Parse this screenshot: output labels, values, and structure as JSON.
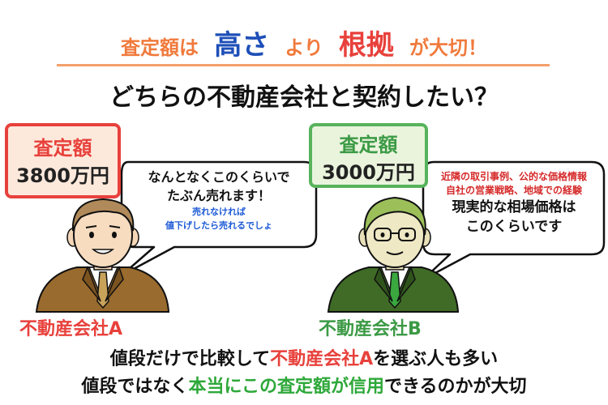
{
  "headline": {
    "part1": "査定額は",
    "big1": "高さ",
    "part2": "より",
    "big2": "根拠",
    "part3": "が大切！",
    "big1_color": "#1e4fb8",
    "big2_color": "#e8413c"
  },
  "question": "どちらの不動産会社と契約したい？",
  "company_a": {
    "price_label": "査定額",
    "price_value": "3800万円",
    "bubble_main": [
      "なんとなくこのくらいで",
      "たぶん売れます！"
    ],
    "bubble_sub": [
      "売れなければ",
      "値下げしたら売れるでしょ"
    ],
    "name": "不動産会社A",
    "color": "#e8413c",
    "suit_color": "#9a6b2e"
  },
  "company_b": {
    "price_label": "査定額",
    "price_value": "3000万円",
    "bubble_reasons": [
      "近隣の取引事例、公的な価格情報",
      "自社の営業戦略、地域での経験"
    ],
    "bubble_main": [
      "現実的な相場価格は",
      "このくらいです"
    ],
    "name": "不動産会社B",
    "color": "#3c9a45",
    "suit_color": "#3f6b26"
  },
  "bottom_line1": {
    "pre": "値段だけで比較して",
    "highlight": "不動産会社A",
    "post": "を選ぶ人も多い"
  },
  "bottom_line2": {
    "pre": "値段ではなく",
    "highlight": "本当にこの査定額が信用",
    "post": "できるのかが大切"
  }
}
